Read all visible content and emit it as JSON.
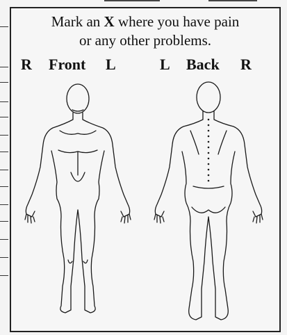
{
  "instruction": {
    "line1_pre": "Mark an ",
    "line1_bold": "X",
    "line1_post": " where you have pain",
    "line2": "or any other problems."
  },
  "front": {
    "left_side": "R",
    "title": "Front",
    "right_side": "L"
  },
  "back": {
    "left_side": "L",
    "title": "Back",
    "right_side": "R"
  }
}
